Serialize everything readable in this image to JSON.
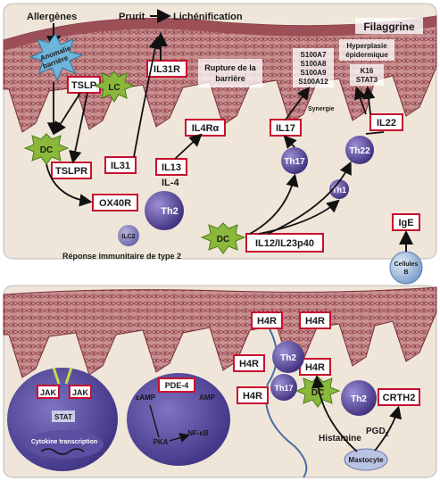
{
  "top": {
    "allergenes": "Allergènes",
    "prurit": "Prurit",
    "lichenification": "Lichénification",
    "filaggrine": "Filaggrine",
    "anomalie": [
      "Anomalie",
      "barrière"
    ],
    "tslp": "TSLP",
    "lc": "LC",
    "il31r": "IL31R",
    "rupture": [
      "Rupture de la",
      "barrière"
    ],
    "s100": [
      "S100A7",
      "S100A8",
      "S100A9",
      "S100A12"
    ],
    "hyperplasie": [
      "Hyperplasie",
      "épidermique"
    ],
    "k16": [
      "K16",
      "STAT3"
    ],
    "dc1": "DC",
    "tslpr": "TSLPR",
    "il4ra": "IL4Rα",
    "il17": "IL17",
    "synergie": "Synergie",
    "il22": "IL22",
    "il31": "IL31",
    "il13": "IL13",
    "il4": "IL-4",
    "th17": "Th17",
    "th22": "Th22",
    "ox40r": "OX40R",
    "th2": "Th2",
    "th1": "Th1",
    "ilc2": "ILC2",
    "dc2": "DC",
    "il12": "IL12/IL23p40",
    "ige": "IgE",
    "cellulesB": [
      "Cellules",
      "B"
    ],
    "reponse": "Réponse immunitaire de type 2"
  },
  "bottom": {
    "h4r": "H4R",
    "th2": "Th2",
    "th17": "Th17",
    "dc": "DC",
    "crth2": "CRTH2",
    "pgd2": "PGD",
    "pgd2_sub": "2",
    "histamine": "Histamine",
    "mastocyte": "Mastocyte",
    "jak": "JAK",
    "stat": "STAT",
    "cytokine": "Cytokine transcription",
    "pde4": "PDE-4",
    "camp": "cAMP",
    "amp": "AMP",
    "pka": "PKA",
    "nfkb": "NF-κB"
  },
  "colors": {
    "skin": "#c98f8f",
    "skin_dark": "#9c4f57",
    "dermis": "#efe6d9",
    "cell": "#5a4a9a",
    "box_border": "#c8102e",
    "dc": "#8ab83b"
  }
}
